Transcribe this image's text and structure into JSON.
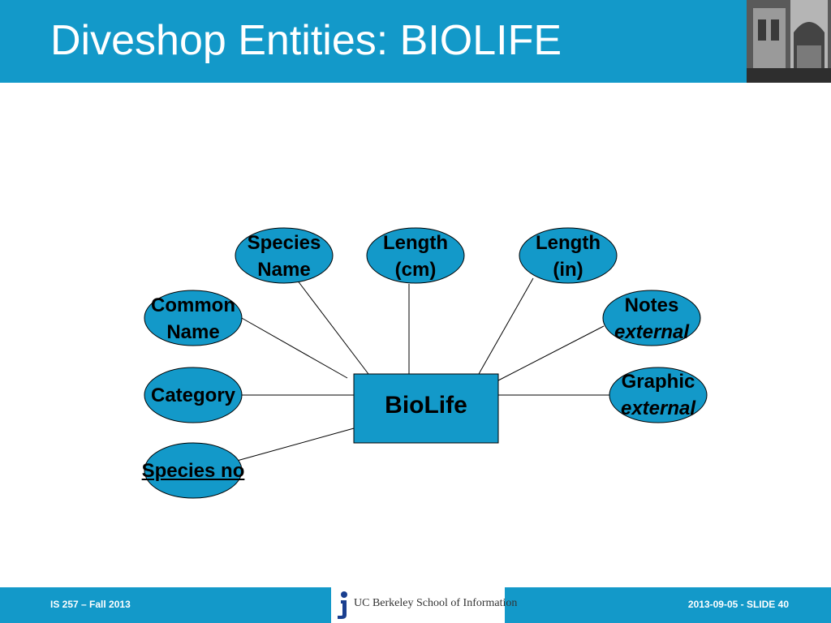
{
  "title": "Diveshop Entities: BIOLIFE",
  "entity": "BioLife",
  "attributes": {
    "species_name": [
      "Species",
      "Name"
    ],
    "length_cm": [
      "Length",
      "(cm)"
    ],
    "length_in": [
      "Length",
      "(in)"
    ],
    "common_name": [
      "Common",
      "Name"
    ],
    "notes": [
      "Notes",
      "external"
    ],
    "category": "Category",
    "graphic": [
      "Graphic",
      "external"
    ],
    "species_no": "Species no"
  },
  "footer": {
    "left": "IS 257 – Fall 2013",
    "right": "2013-09-05 - SLIDE 40",
    "logo": "UC Berkeley School of Information"
  },
  "colors": {
    "accent": "#1399c9",
    "node_fill": "#1399c9",
    "edge": "#000000"
  }
}
